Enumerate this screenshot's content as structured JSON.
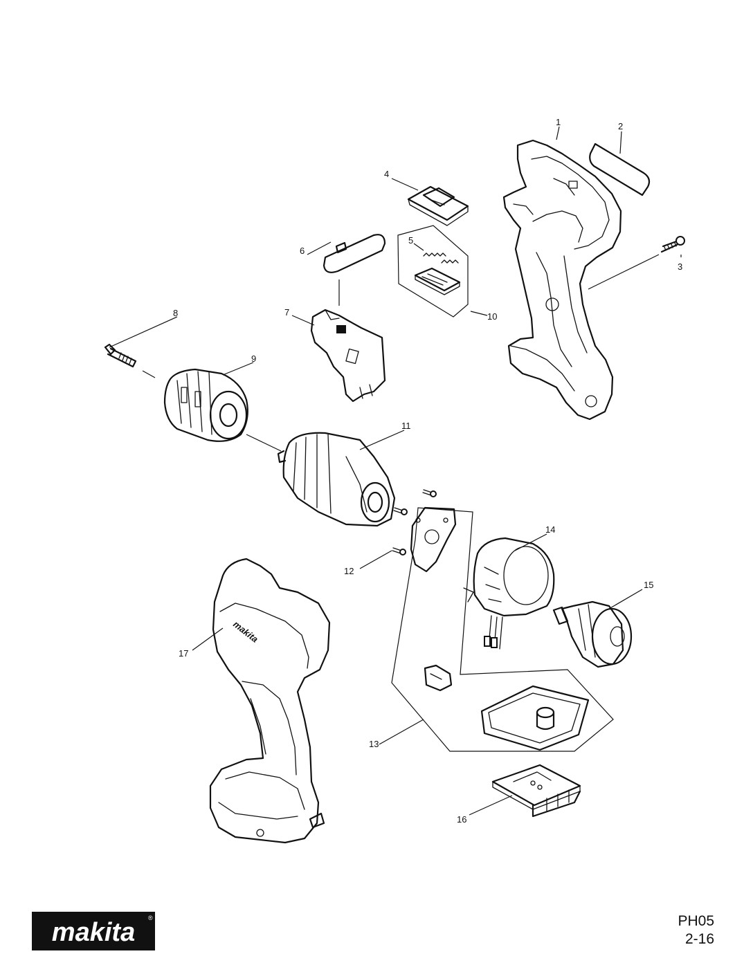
{
  "callouts": [
    {
      "id": "1",
      "label": "1"
    },
    {
      "id": "2",
      "label": "2"
    },
    {
      "id": "3",
      "label": "3"
    },
    {
      "id": "4",
      "label": "4"
    },
    {
      "id": "5",
      "label": "5"
    },
    {
      "id": "6",
      "label": "6"
    },
    {
      "id": "7",
      "label": "7"
    },
    {
      "id": "8",
      "label": "8"
    },
    {
      "id": "9",
      "label": "9"
    },
    {
      "id": "10",
      "label": "10"
    },
    {
      "id": "11",
      "label": "11"
    },
    {
      "id": "12",
      "label": "12"
    },
    {
      "id": "13",
      "label": "13"
    },
    {
      "id": "14",
      "label": "14"
    },
    {
      "id": "15",
      "label": "15"
    },
    {
      "id": "16",
      "label": "16"
    },
    {
      "id": "17",
      "label": "17"
    }
  ],
  "footer": {
    "brand": "makita",
    "model_code": "PH05",
    "revision": "2-16"
  },
  "housing_brand_text": "makita"
}
